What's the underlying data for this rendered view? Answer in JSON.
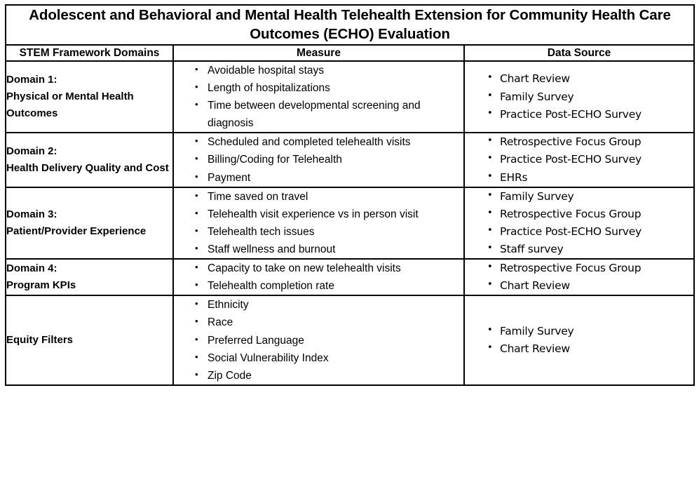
{
  "table": {
    "title": "Adolescent and Behavioral and Mental Health Telehealth Extension for Community Health Care Outcomes (ECHO) Evaluation",
    "columns": [
      {
        "key": "domain",
        "label": "STEM Framework Domains"
      },
      {
        "key": "measure",
        "label": "Measure"
      },
      {
        "key": "source",
        "label": "Data Source"
      }
    ],
    "rows": [
      {
        "domain": "Domain 1:\nPhysical or Mental Health Outcomes",
        "measures": [
          "Avoidable hospital stays",
          "Length of hospitalizations",
          "Time between developmental screening and diagnosis"
        ],
        "sources": [
          "Chart Review",
          "Family Survey",
          "Practice Post-ECHO Survey"
        ]
      },
      {
        "domain": "Domain 2:\nHealth Delivery Quality and Cost",
        "measures": [
          "Scheduled and completed telehealth visits",
          "Billing/Coding for Telehealth",
          "Payment"
        ],
        "sources": [
          "Retrospective Focus Group",
          "Practice Post-ECHO Survey",
          "EHRs"
        ]
      },
      {
        "domain": "Domain 3:\nPatient/Provider Experience",
        "measures": [
          "Time saved on travel",
          "Telehealth visit experience vs in person visit",
          "Telehealth tech issues",
          "Staff wellness and burnout"
        ],
        "sources": [
          "Family Survey",
          "Retrospective Focus Group",
          "Practice Post-ECHO Survey",
          "Staff survey"
        ]
      },
      {
        "domain": "Domain 4:\nProgram KPIs",
        "measures": [
          "Capacity to take on new telehealth visits",
          "Telehealth completion rate"
        ],
        "sources": [
          "Retrospective Focus Group",
          "Chart Review"
        ]
      },
      {
        "domain": "Equity Filters",
        "measures": [
          "Ethnicity",
          "Race",
          "Preferred Language",
          "Social Vulnerability Index",
          "Zip Code"
        ],
        "sources": [
          "Family Survey",
          "Chart Review"
        ]
      }
    ]
  },
  "colors": {
    "border": "#000000",
    "text": "#000000",
    "background": "#ffffff"
  }
}
